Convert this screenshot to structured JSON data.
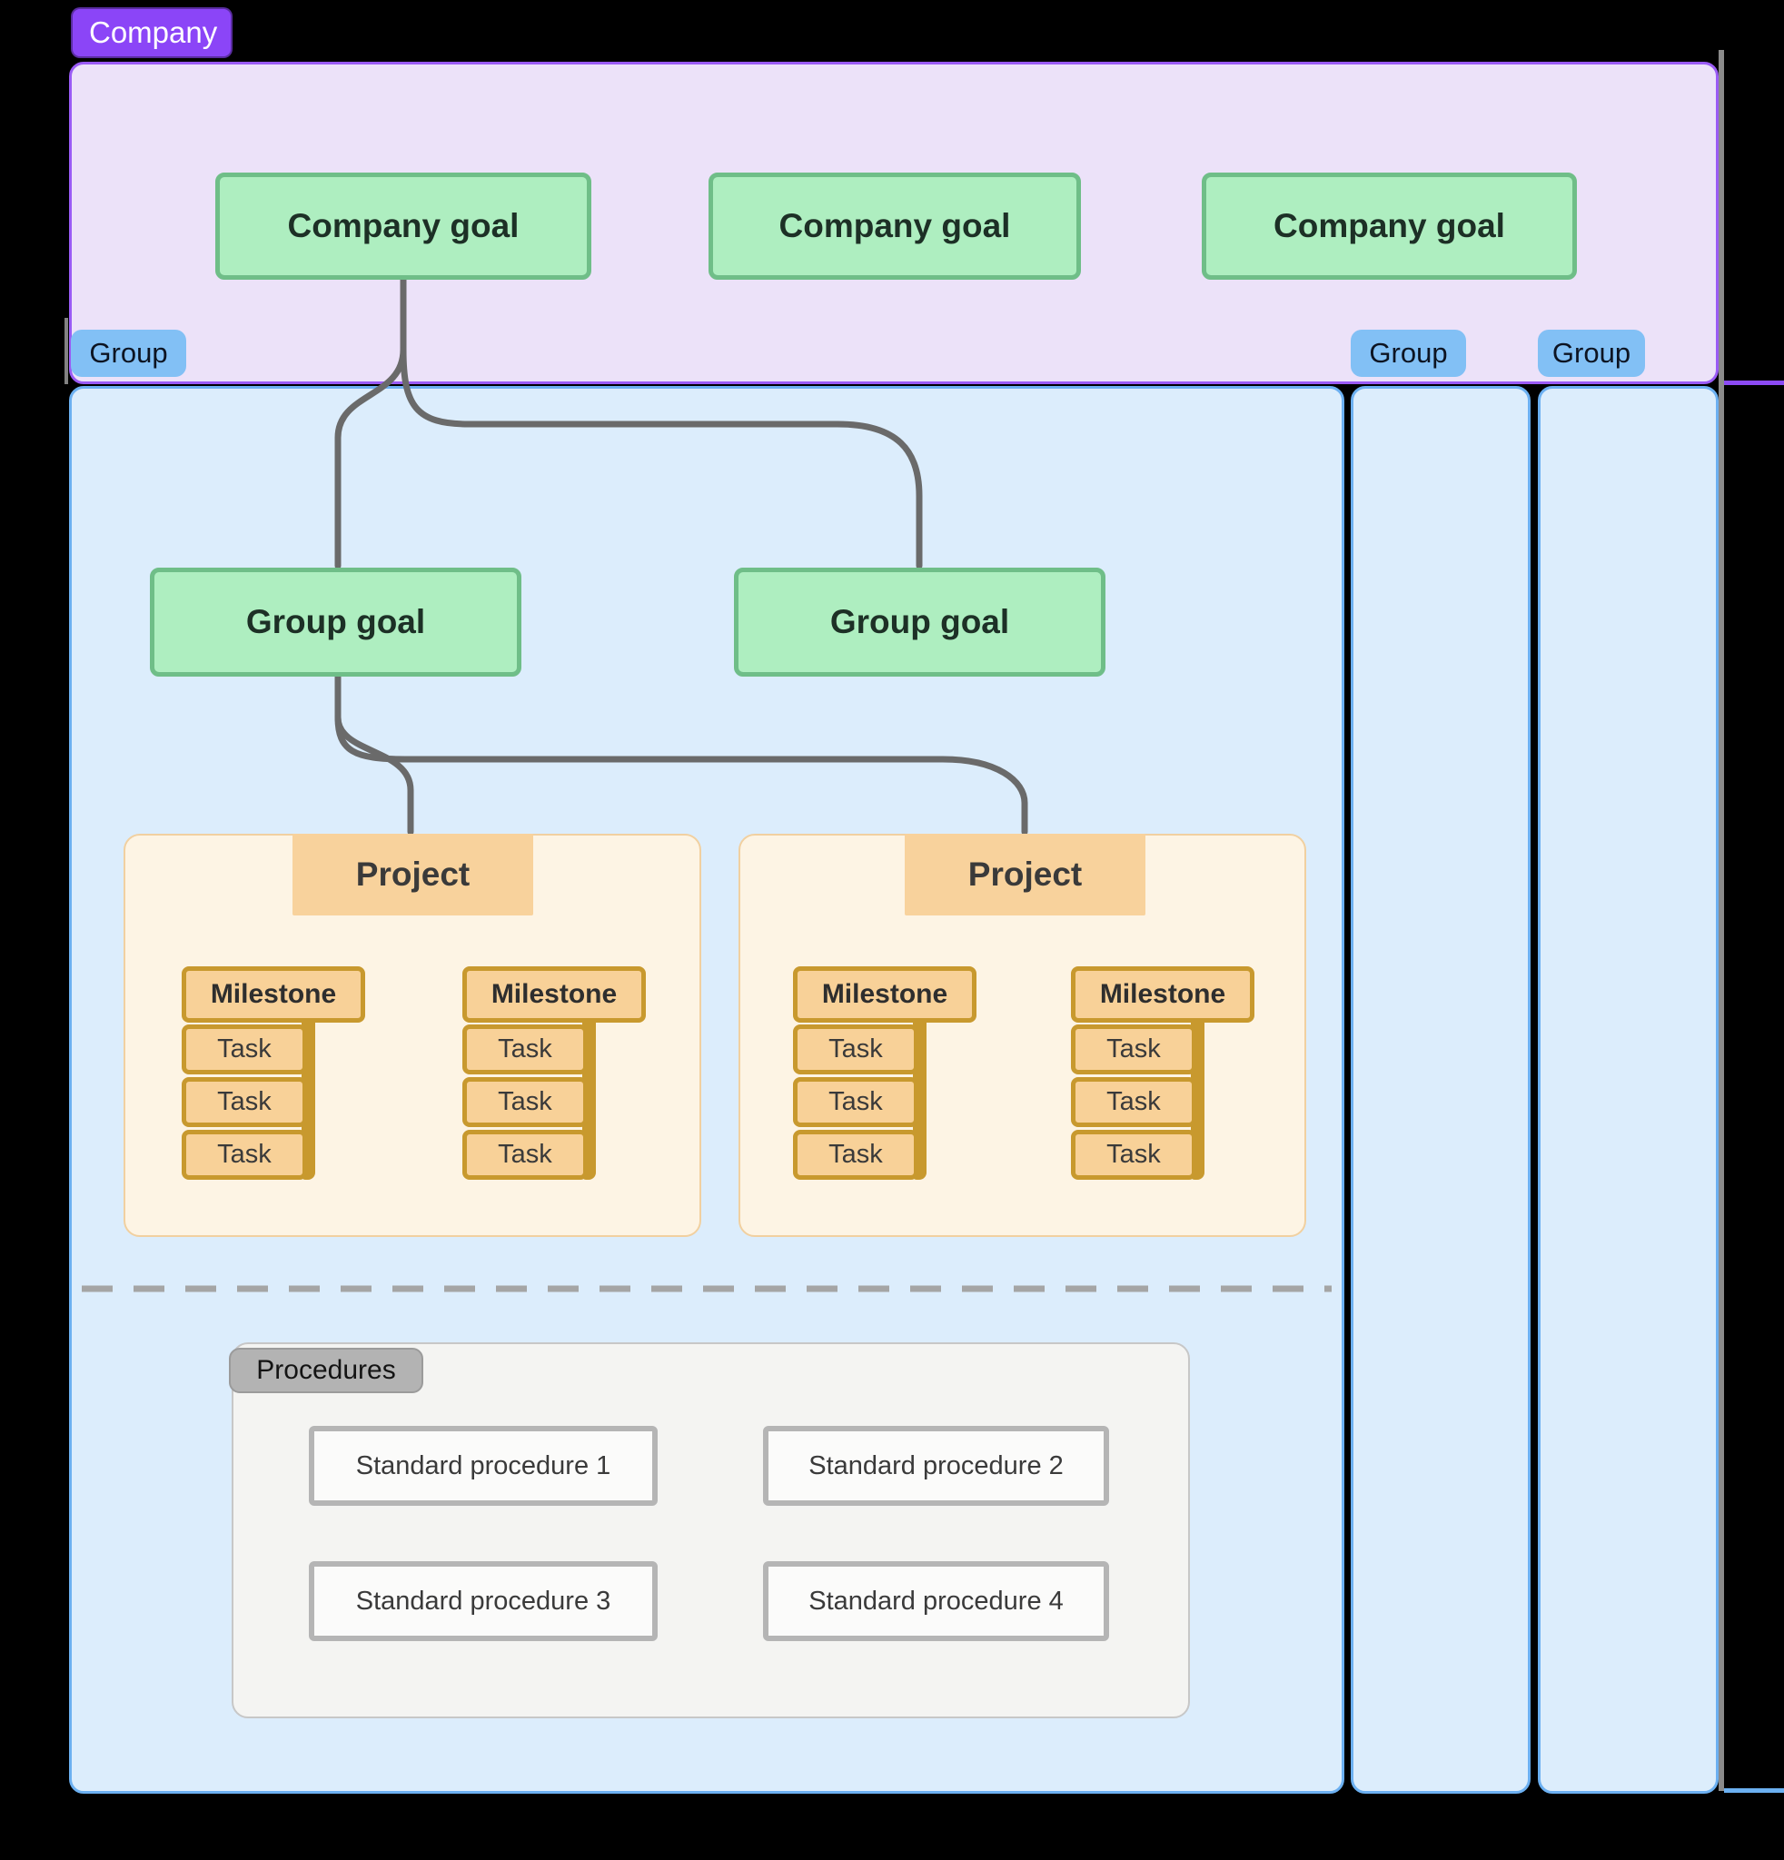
{
  "company": {
    "tag_label": "Company",
    "goal_labels": [
      "Company goal",
      "Company goal",
      "Company goal"
    ]
  },
  "groups": {
    "pill_labels": [
      "Group",
      "Group",
      "Group"
    ],
    "goal_labels": [
      "Group goal",
      "Group goal"
    ]
  },
  "projects": [
    {
      "label": "Project",
      "milestones": [
        {
          "label": "Milestone",
          "tasks": [
            "Task",
            "Task",
            "Task"
          ]
        },
        {
          "label": "Milestone",
          "tasks": [
            "Task",
            "Task",
            "Task"
          ]
        }
      ]
    },
    {
      "label": "Project",
      "milestones": [
        {
          "label": "Milestone",
          "tasks": [
            "Task",
            "Task",
            "Task"
          ]
        },
        {
          "label": "Milestone",
          "tasks": [
            "Task",
            "Task",
            "Task"
          ]
        }
      ]
    }
  ],
  "procedures": {
    "label": "Procedures",
    "items": [
      "Standard procedure 1",
      "Standard procedure 2",
      "Standard procedure 3",
      "Standard procedure 4"
    ]
  },
  "colors": {
    "company_tag": "#8b45f7",
    "company_container_bg": "#ece2f9",
    "company_container_border": "#9a5bf5",
    "goal_bg": "#aeeec0",
    "goal_border": "#6fbe88",
    "group_pill_bg": "#82c0f5",
    "group_container_bg": "#dcedfc",
    "group_container_border": "#6cb0f1",
    "project_bg": "#fdf4e4",
    "project_tab_bg": "#f8d29c",
    "milestone_bg": "#f8d198",
    "milestone_border": "#c8992e",
    "connector": "#6a6a6a",
    "dashed_divider": "#a5a5a5",
    "procedures_panel_bg": "#f4f4f2",
    "procedures_pill_bg": "#b3b3b3",
    "procedure_box_border": "#b5b5b5"
  }
}
